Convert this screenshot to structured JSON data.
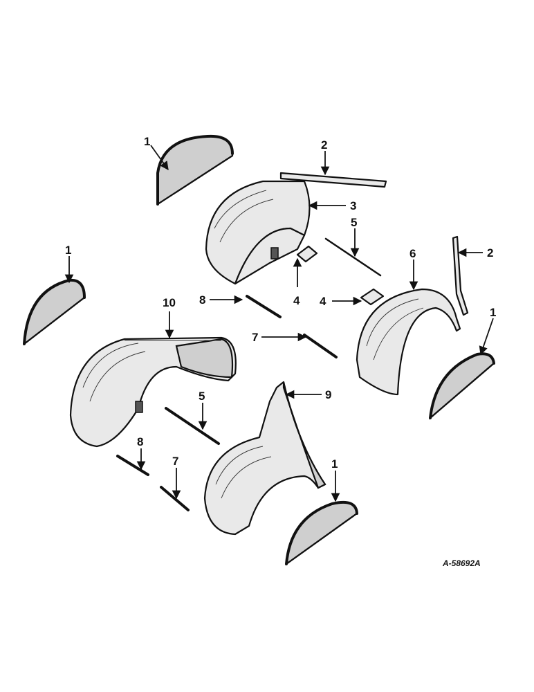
{
  "callouts": {
    "c1a": "1",
    "c1b": "1",
    "c1c": "1",
    "c1d": "1",
    "c2a": "2",
    "c2b": "2",
    "c3": "3",
    "c4a": "4",
    "c4b": "4",
    "c5a": "5",
    "c5b": "5",
    "c6": "6",
    "c7a": "7",
    "c7b": "7",
    "c8a": "8",
    "c8b": "8",
    "c9": "9",
    "c10": "10"
  },
  "drawing_code": "A-58692A"
}
